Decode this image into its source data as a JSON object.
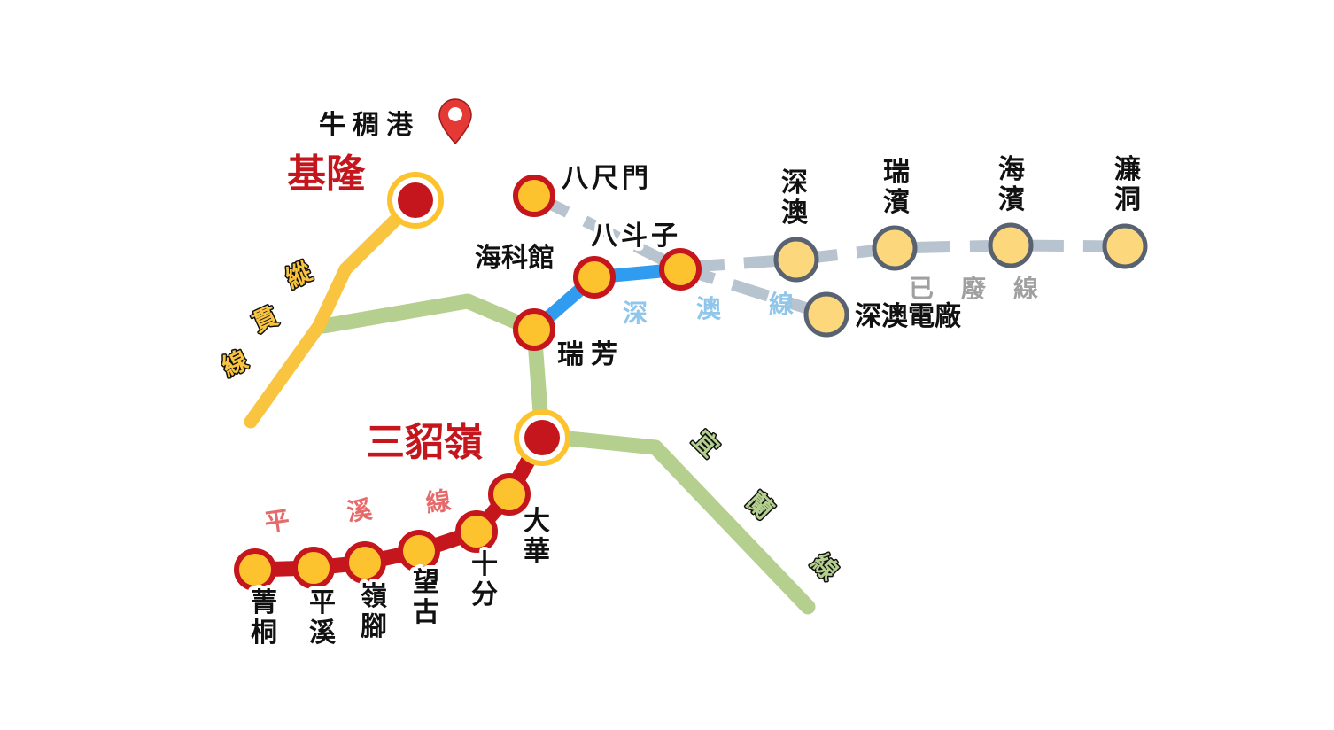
{
  "port": {
    "name": "牛稠港",
    "pin_icon": "map-pin-icon",
    "pin_color": "#e53935"
  },
  "hubs": {
    "keelung": "基隆",
    "sandiaoling": "三貂嶺"
  },
  "stations": {
    "bachimen": "八尺門",
    "badouzi": "八斗子",
    "haikeguan": "海科館",
    "ruifang": "瑞芳",
    "shenao": "深澳",
    "ruibin": "瑞濱",
    "haibin": "海濱",
    "liandong": "濂洞",
    "shenao_power": "深澳電廠",
    "dahua": "大華",
    "shifen": "十分",
    "wanggu": "望古",
    "lingjiao": "嶺腳",
    "pingxi": "平溪",
    "jingtong": "菁桐"
  },
  "lines": {
    "zongguan": "縱貫線",
    "yilan": "宜蘭線",
    "pingxi": "平溪線",
    "shenao": "深澳線",
    "abandoned": "已廢線"
  },
  "colors": {
    "zongguan": "#f9c440",
    "yilan": "#b5cf8f",
    "pingxi": "#c4161c",
    "shenao_active": "#2f9cf0",
    "abandoned": "#b7c3ce",
    "station_fill": "#fdc32f",
    "hub_fill": "#c4161c",
    "hub_ring": "#fdc32f",
    "abandoned_station_fill": "#fdd77c",
    "abandoned_station_ring": "#586270",
    "line_label_shenao": "#8fc6ea",
    "line_label_abandoned": "#a0a0a0",
    "line_label_pingxi": "#e66a6a"
  }
}
